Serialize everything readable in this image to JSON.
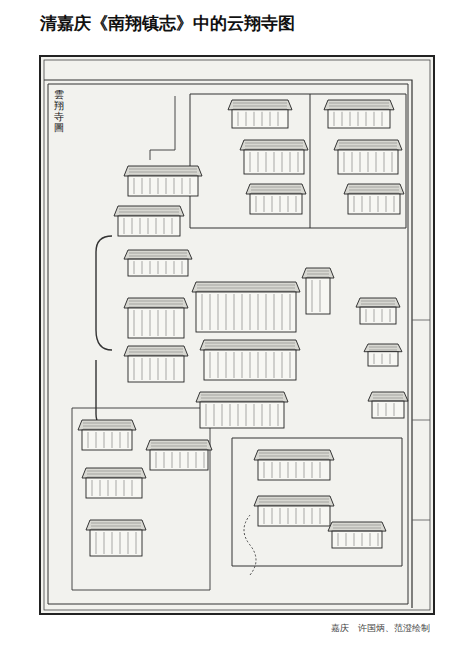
{
  "diagram": {
    "title": "清嘉庆《南翔镇志》中的云翔寺图",
    "caption": "嘉庆　许国炳、范澄绘制",
    "labels": [
      "雲翔寺圖"
    ]
  }
}
